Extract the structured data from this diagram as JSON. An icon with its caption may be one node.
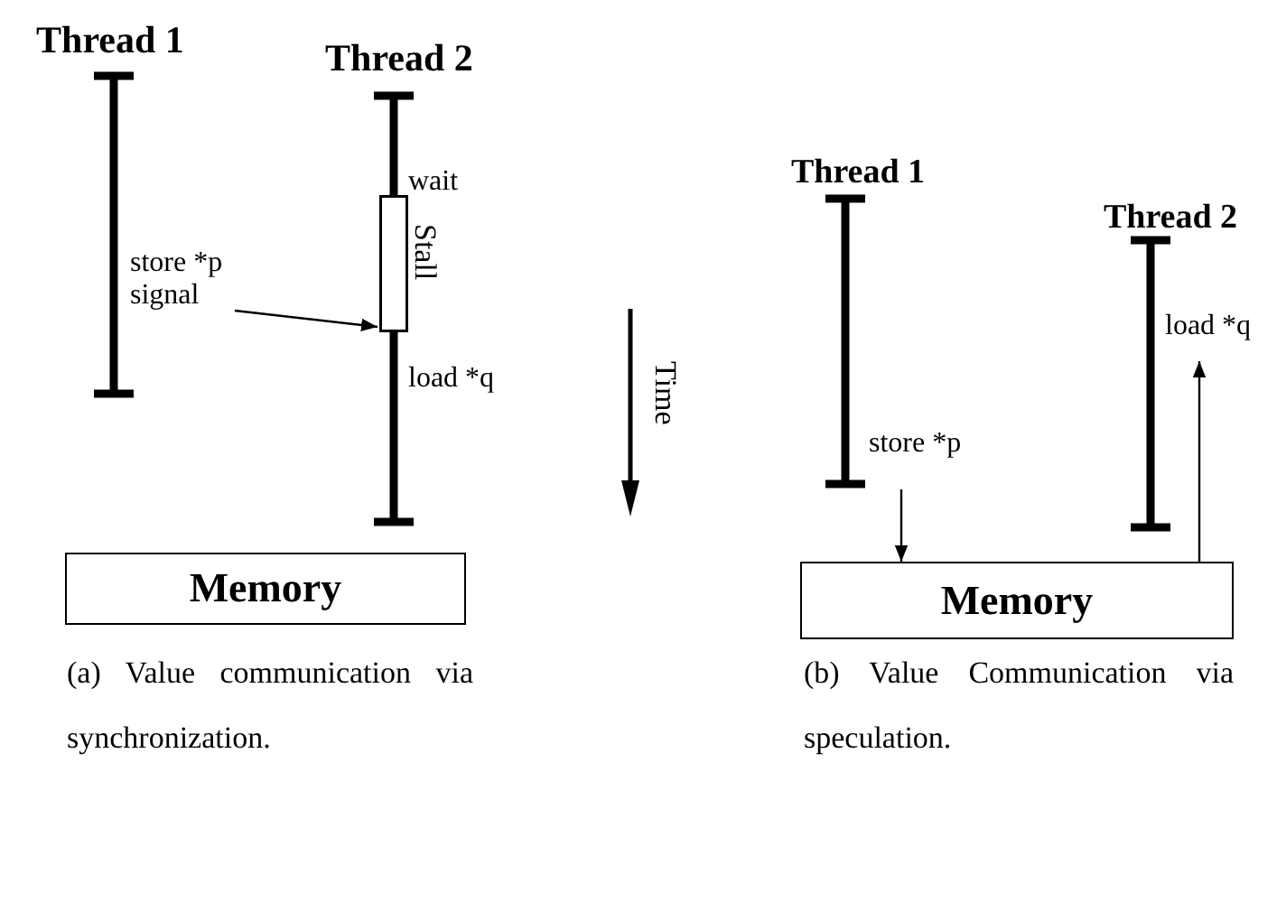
{
  "diagram": {
    "nodes": [
      {
        "text": [
          "Thread 1"
        ]
      },
      {
        "text": [
          "Thread 2"
        ]
      },
      {
        "text": [
          "signal"
        ]
      },
      {
        "text": [
          "Stall"
        ],
        "in": 1
      },
      {
        "text": [
          "Memory"
        ]
      },
      {
        "text": [
          "Thread 1"
        ]
      },
      {
        "text": [
          "Thread 2"
        ]
      },
      {
        "text": [
          "Memory"
        ]
      }
    ],
    "edges": [
      {
        "from": 2,
        "to": 3,
        "arrow": "to"
      },
      {
        "from": 5,
        "to": 7,
        "arrow": "to",
        "label": "store *p"
      },
      {
        "from": 7,
        "to": 6,
        "arrow": "to",
        "label": "load *q"
      }
    ],
    "labels": [
      "store *p",
      "wait",
      "load *q",
      "Time",
      "(a) Value communication via synchronization.",
      "(b) Value Communication via speculation."
    ]
  }
}
